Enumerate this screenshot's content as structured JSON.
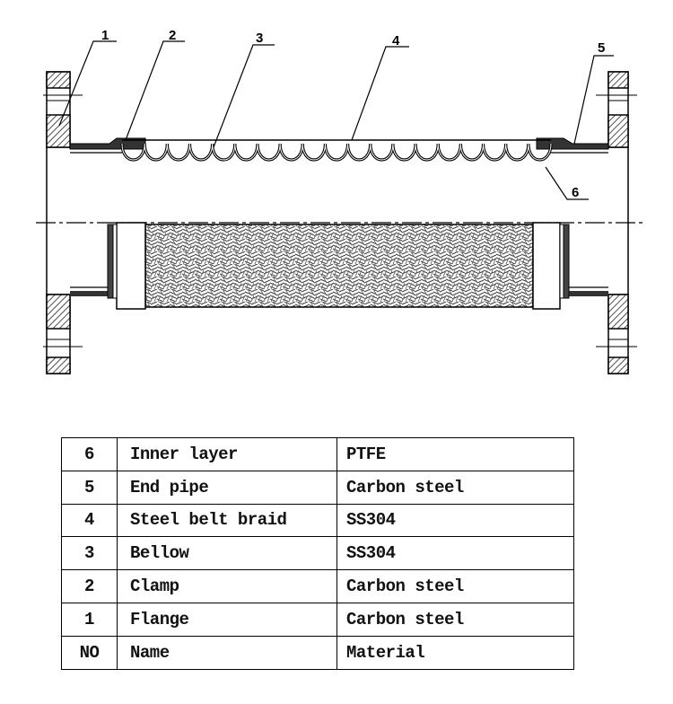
{
  "callouts": [
    "1",
    "2",
    "3",
    "4",
    "5",
    "6"
  ],
  "parts": [
    {
      "no": "6",
      "name": "Inner layer",
      "material": "PTFE"
    },
    {
      "no": "5",
      "name": "End pipe",
      "material": "Carbon steel"
    },
    {
      "no": "4",
      "name": "Steel belt braid",
      "material": "SS304"
    },
    {
      "no": "3",
      "name": "Bellow",
      "material": "SS304"
    },
    {
      "no": "2",
      "name": "Clamp",
      "material": "Carbon steel"
    },
    {
      "no": "1",
      "name": "Flange",
      "material": "Carbon steel"
    }
  ],
  "header": {
    "no": "NO",
    "name": "Name",
    "material": "Material"
  }
}
